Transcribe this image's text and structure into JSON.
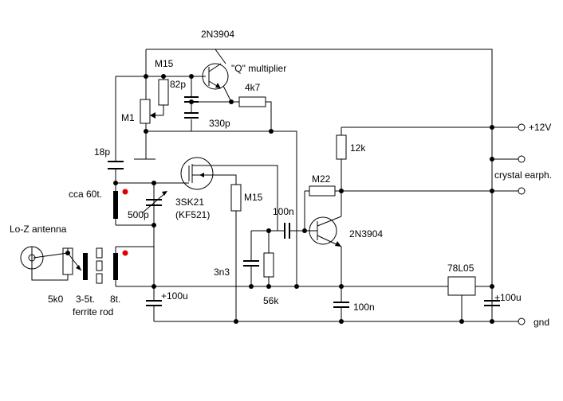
{
  "labels": {
    "q_transistor": "2N3904",
    "q_multiplier": "\"Q\" multiplier",
    "m15_top": "M15",
    "c82p": "82p",
    "r4k7": "4k7",
    "m1": "M1",
    "c330p": "330p",
    "plus12v": "+12V",
    "c18p": "18p",
    "r12k": "12k",
    "crystal": "crystal earph.",
    "m22": "M22",
    "coil60": "cca 60t.",
    "fet": "3SK21",
    "fet_alt": "(KF521)",
    "m15_mid": "M15",
    "c500p": "500p",
    "c100n_mid": "100n",
    "q2": "2N3904",
    "antenna": "Lo-Z antenna",
    "c3n3": "3n3",
    "reg": "78L05",
    "r5k0": "5k0",
    "t35": "3-5t.",
    "t8": "8t.",
    "ferrite": "ferrite rod",
    "r56k": "56k",
    "c100u_left": "+100u",
    "c100n_bot": "100n",
    "c100u_right": "+100u",
    "gnd": "gnd"
  }
}
